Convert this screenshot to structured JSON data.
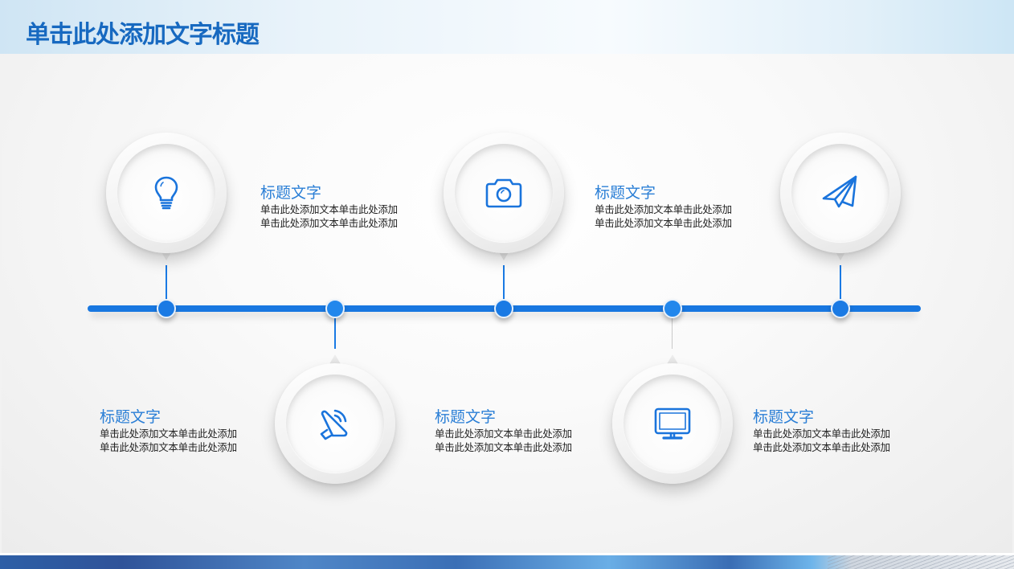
{
  "header": {
    "title": "单击此处添加文字标题"
  },
  "colors": {
    "accent": "#1877e0",
    "title_blue": "#1769c0",
    "subtitle_blue": "#2b7fd6",
    "body_text": "#222222"
  },
  "timeline": {
    "milestones": [
      {
        "position": "top",
        "icon": "lightbulb-icon",
        "title": "标题文字",
        "lines": [
          "单击此处添加文本单击此处添加",
          "单击此处添加文本单击此处添加"
        ]
      },
      {
        "position": "bottom",
        "icon": "speaker-icon",
        "title": "标题文字",
        "lines": [
          "单击此处添加文本单击此处添加",
          "单击此处添加文本单击此处添加"
        ]
      },
      {
        "position": "top",
        "icon": "camera-icon",
        "title": "标题文字",
        "lines": [
          "单击此处添加文本单击此处添加",
          "单击此处添加文本单击此处添加"
        ]
      },
      {
        "position": "bottom",
        "icon": "monitor-icon",
        "title": "标题文字",
        "lines": [
          "单击此处添加文本单击此处添加",
          "单击此处添加文本单击此处添加"
        ]
      },
      {
        "position": "top",
        "icon": "paper-plane-icon",
        "title": "标题文字",
        "lines": [
          "单击此处添加文本单击此处添加",
          "单击此处添加文本单击此处添加"
        ]
      }
    ]
  }
}
